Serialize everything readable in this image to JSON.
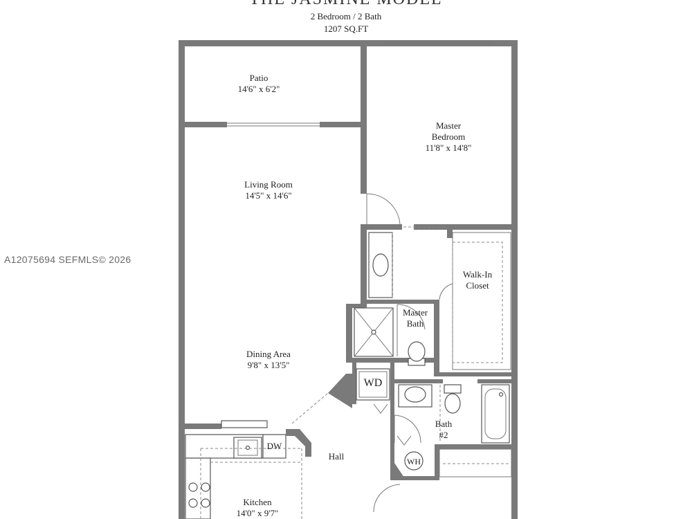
{
  "plan": {
    "title": "THE JASMINE MODEL",
    "bed_bath": "2 Bedroom / 2 Bath",
    "area": "1207 SQ.FT"
  },
  "watermark": "A12075694  SEFMLS© 2026",
  "rooms": {
    "patio": {
      "name": "Patio",
      "size": "14'6\" x 6'2\""
    },
    "master_bedroom": {
      "name1": "Master",
      "name2": "Bedroom",
      "size": "11'8\" x 14'8\""
    },
    "living_room": {
      "name": "Living Room",
      "size": "14'5\" x 14'6\""
    },
    "walk_in_closet": {
      "name1": "Walk-In",
      "name2": "Closet"
    },
    "master_bath": {
      "name1": "Master",
      "name2": "Bath"
    },
    "dining_area": {
      "name": "Dining Area",
      "size": "9'8\" x 13'5\""
    },
    "bath2": {
      "name1": "Bath",
      "name2": "#2"
    },
    "hall": {
      "name": "Hall"
    },
    "kitchen": {
      "name": "Kitchen",
      "size": "14'0\" x 9'7\""
    }
  },
  "fixtures": {
    "washer_dryer": "WD",
    "dishwasher": "DW",
    "water_heater": "WH"
  }
}
